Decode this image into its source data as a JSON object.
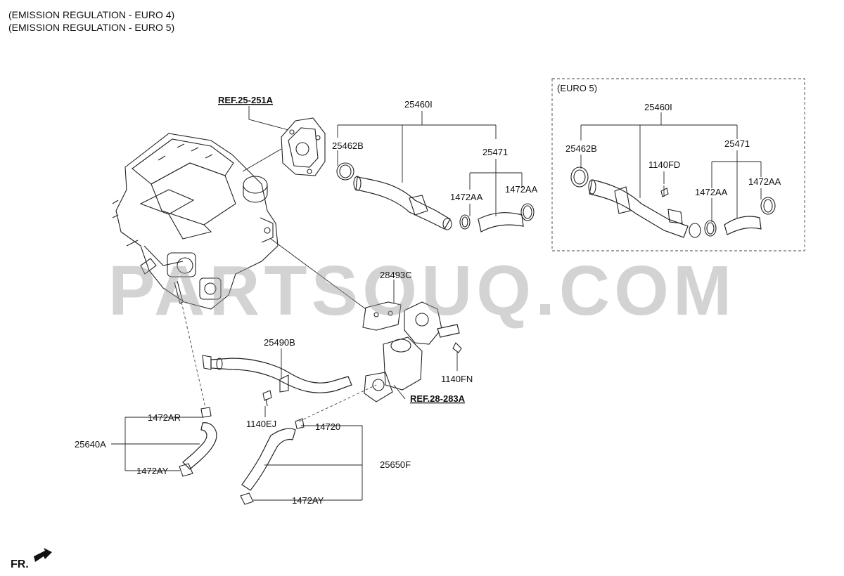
{
  "header": {
    "line1": "(EMISSION REGULATION - EURO 4)",
    "line2": "(EMISSION REGULATION - EURO 5)"
  },
  "watermark": "PARTSOUQ.COM",
  "footer": {
    "direction_label": "FR."
  },
  "euro5_box": {
    "title": "(EURO 5)"
  },
  "labels": {
    "ref_25_251A": "REF.25-251A",
    "p25460I": "25460I",
    "p25462B": "25462B",
    "p25471": "25471",
    "p1472AA_left": "1472AA",
    "p1472AA_right": "1472AA",
    "p28493C": "28493C",
    "p25490B": "25490B",
    "p1140FN": "1140FN",
    "ref_28_283A": "REF.28-283A",
    "p1140EJ": "1140EJ",
    "p14720": "14720",
    "p25650F": "25650F",
    "p1472AY_bottom": "1472AY",
    "p1472AR": "1472AR",
    "p25640A": "25640A",
    "p1472AY_left": "1472AY",
    "e5_25460I": "25460I",
    "e5_25462B": "25462B",
    "e5_1140FD": "1140FD",
    "e5_25471": "25471",
    "e5_1472AA_left": "1472AA",
    "e5_1472AA_right": "1472AA"
  },
  "colors": {
    "line": "#222222",
    "watermark": "#9e9e9e",
    "background": "#ffffff"
  }
}
